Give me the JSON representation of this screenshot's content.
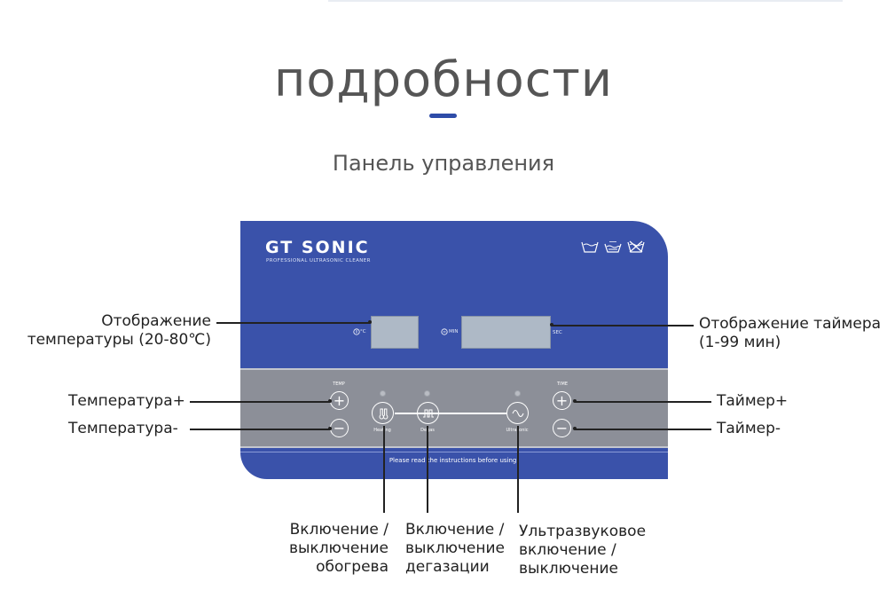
{
  "header": {
    "title": "подробности",
    "subtitle": "Панель управления"
  },
  "panel": {
    "brand": "GT SONIC",
    "brand_sub": "PROFESSIONAL ULTRASONIC CLEANER",
    "unit_c": "°C",
    "unit_min": "MIN",
    "unit_sec": "SEC",
    "temp_label": "TEMP",
    "time_label": "TIME",
    "plus_symbol": "+",
    "minus_symbol": "−",
    "heating_label": "Heating",
    "degas_label": "Degas",
    "ultrasonic_label": "Ultrasonic",
    "notice": "Please read the instructions before using!",
    "care_icons": [
      "wash-tub-icon",
      "wash-30-icon",
      "do-not-wash-icon"
    ],
    "panel_color": "#3a52aa",
    "strip_color": "#8c8f98"
  },
  "annotations": {
    "temp_display": [
      "Отображение",
      "температуры (20-80℃)"
    ],
    "timer_display": [
      "Отображение таймера",
      "(1-99 мин)"
    ],
    "temp_plus": "Температура+",
    "temp_minus": "Температура-",
    "timer_plus": "Таймер+",
    "timer_minus": "Таймер-",
    "heating": [
      "Включение /",
      "выключение",
      "обогрева"
    ],
    "degas": [
      "Включение /",
      "выключение",
      "дегазации"
    ],
    "ultrasonic": [
      "Ультразвуковое",
      "включение /",
      "выключение"
    ]
  }
}
